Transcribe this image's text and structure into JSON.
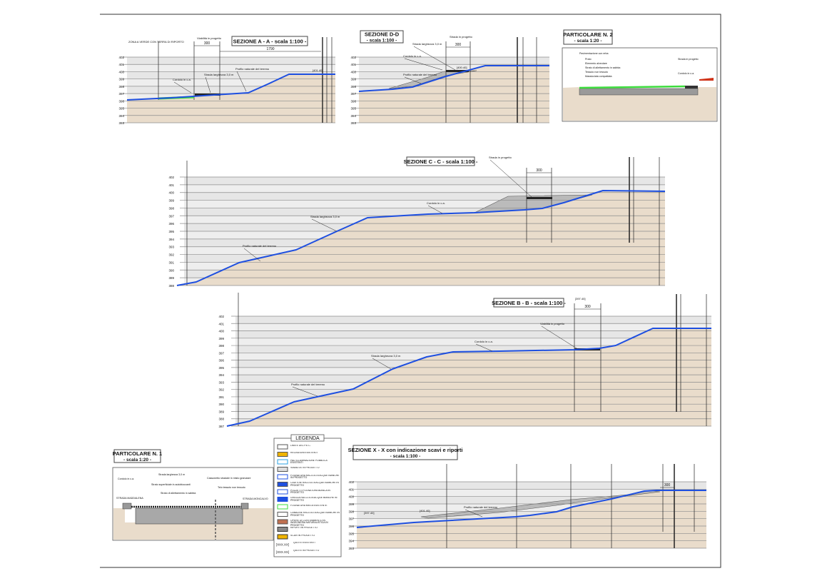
{
  "sections": {
    "aa": {
      "title": "SEZIONE  A - A - scala 1:100 -",
      "elevations": [
        "402",
        "401",
        "400",
        "399",
        "398",
        "397",
        "396",
        "395",
        "394",
        "393"
      ],
      "dims": [
        "300",
        "1790"
      ],
      "labels": [
        "ZONA A VERDE CON TERRA DI RIPORTO",
        "Viabilità in progetto",
        "Cordolo in c.a.",
        "Strada larghezza 3,0 m",
        "Profilo naturale del terreno",
        "[401.40]"
      ]
    },
    "dd": {
      "title": "SEZIONE  D-D",
      "scale": "- scala 1:100 -",
      "elevations": [
        "402",
        "401",
        "400",
        "399",
        "398",
        "397",
        "396",
        "395",
        "394",
        "393"
      ],
      "dims": [
        "300"
      ],
      "labels": [
        "Strada larghezza 3,0 m",
        "Cordolo in c.a.",
        "Profilo naturale del terreno",
        "Strada in progetto",
        "[400.40]"
      ]
    },
    "cc": {
      "title": "SEZIONE  C - C - scala 1:100 -",
      "elevations": [
        "402",
        "401",
        "400",
        "399",
        "398",
        "397",
        "396",
        "395",
        "394",
        "393",
        "392",
        "391",
        "390",
        "389",
        "388"
      ],
      "dims": [
        "300"
      ],
      "labels": [
        "Profilo naturale del terreno",
        "Strada larghezza 3,0 m",
        "Cordolo in c.a.",
        "Strada in progetto"
      ]
    },
    "bb": {
      "title": "SEZIONE  B - B - scala 1:100 -",
      "elevations": [
        "402",
        "401",
        "400",
        "399",
        "398",
        "397",
        "396",
        "395",
        "394",
        "393",
        "392",
        "391",
        "390",
        "389",
        "388",
        "387"
      ],
      "dims": [
        "300"
      ],
      "labels": [
        "Profilo naturale del terreno",
        "Strada larghezza 3,0 m",
        "Cordolo in c.a.",
        "Viabilità in progetto",
        "[397.40]"
      ]
    },
    "xx": {
      "title": "SEZIONE  X - X  con indicazione scavi e riporti",
      "scale": "- scala 1:100 -",
      "elevations": [
        "402",
        "401",
        "400",
        "399",
        "398",
        "397",
        "396",
        "395",
        "394",
        "393"
      ],
      "dims": [
        "300"
      ],
      "labels": [
        "Profilo naturale del terreno",
        "[397.40]",
        "[401.40]"
      ]
    }
  },
  "details": {
    "p2": {
      "title": "PARTICOLARE N. 2",
      "scale": "- scala 1:20 -",
      "labels": [
        "Pavimentazione con erba",
        "Prato",
        "Elemento alveolare",
        "Strato di allettamento in sabbia",
        "Tessuto non tessuto",
        "Massicciata compattata",
        "Strada in progetto",
        "Cordolo in c.a."
      ]
    },
    "p1": {
      "title": "PARTICOLARE N. 1",
      "scale": "- scala 1:20 -",
      "labels": [
        "Cordolo in c.a.",
        "Strada larghezza 3,0 m",
        "Strato superficiale in autobloccanti",
        "Strato di allettamento in sabbia",
        "Cassonetto stradale in misto granulare",
        "Telo tessuto non tessuto",
        "STRADA MADDALENA",
        "STRADA MONCALVO"
      ]
    }
  },
  "legend": {
    "title": "LEGENDA",
    "items": [
      {
        "label": "LIMITE DEL P.E.C.",
        "swatch": "pec"
      },
      {
        "label": "RECINZIONI ESISTENTI",
        "swatch": "fence"
      },
      {
        "label": "PALI ILLUMINAZIONE PUBBLICA ESISTENTI",
        "swatch": "pole"
      },
      {
        "label": "VIABILITA' IN PROGETTO",
        "swatch": "road"
      },
      {
        "label": "FOGNATURA RACCOLTA ACQUE BIANCHE IN PROGETTO",
        "swatch": "sewer"
      },
      {
        "label": "CADITOIE RACCOLTA ACQUE BIANCHE IN PROGETTO",
        "swatch": "drain"
      },
      {
        "label": "POZZETTI FOGNATURA BIANCA IN PROGETTO",
        "swatch": "well"
      },
      {
        "label": "GRIGLIA RACCOLTA ACQUE BIANCHE IN PROGETTO",
        "swatch": "grid"
      },
      {
        "label": "FOGNATURA MISTA ESISTENTE",
        "swatch": "mixed"
      },
      {
        "label": "CANALINE RACCOLTA ACQUE BIANCHE IN PROGETTO",
        "swatch": "channel"
      },
      {
        "label": "OPERE DI CONTENIMENTO IN INGEGNERIA NATURALISTICA IN PROGETTO",
        "swatch": "retain"
      },
      {
        "label": "RIPORTI IN PROGETTO",
        "swatch": "fill"
      },
      {
        "label": "SCAVI IN PROGETTO",
        "swatch": "cut"
      },
      {
        "label": "QUOTE ESISTENTI",
        "swatch": "qe",
        "code": "[XXX.XX]"
      },
      {
        "label": "QUOTE IN PROGETTO",
        "swatch": "qp",
        "code": "[XXX.XX]"
      }
    ]
  },
  "colors": {
    "profile": "#1e4fe0",
    "ground": "#e9dccb",
    "ground_line": "#b89a80",
    "sky": "#e6e6e6",
    "fill": "#a9a9a9",
    "green": "#3ddc3d",
    "orange": "#f0b400",
    "arrow": "#d0341a"
  }
}
